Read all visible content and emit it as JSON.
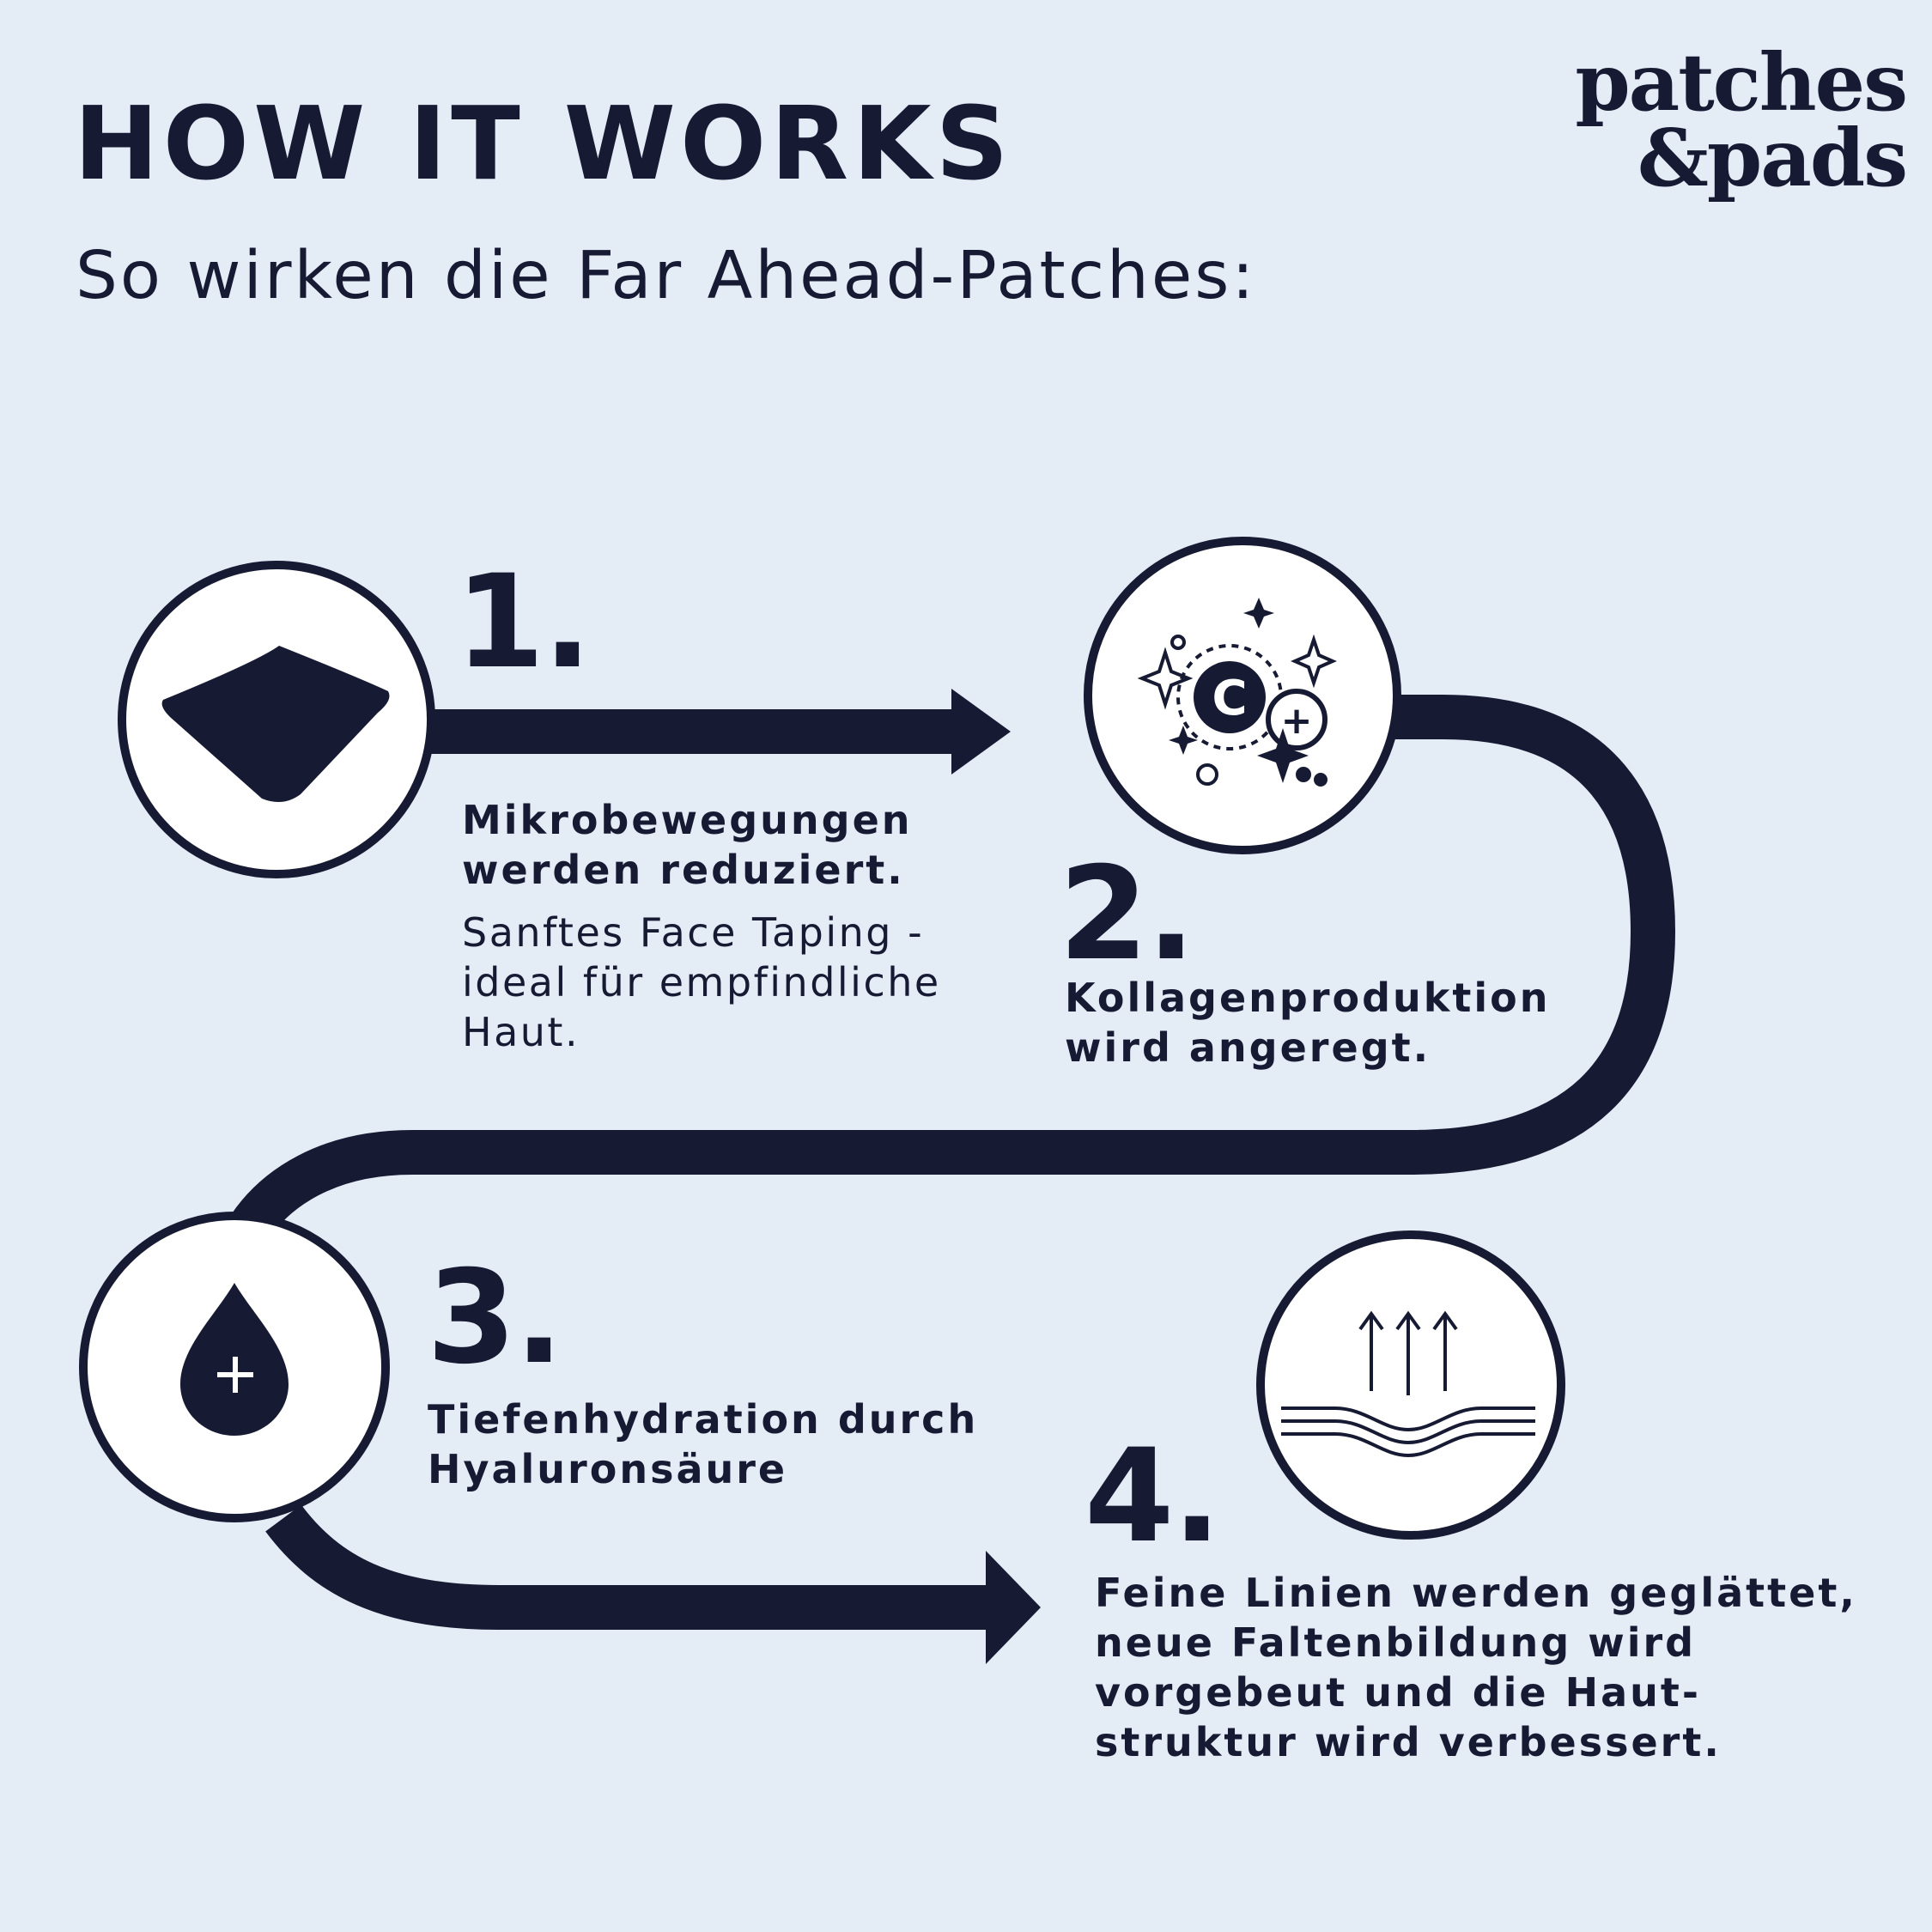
{
  "header": {
    "title": "HOW IT WORKS",
    "subtitle": "So wirken die Far Ahead-Patches:"
  },
  "brand": {
    "line1": "patches",
    "line2": "&pads"
  },
  "colors": {
    "background": "#e4ecf6",
    "ink": "#171a33",
    "circle_fill": "#ffffff"
  },
  "steps": [
    {
      "number": "1.",
      "heading": "Mikrobewegungen\nwerden reduziert.",
      "text": "Sanftes Face Taping -\nideal für empfindliche\nHaut.",
      "icon": "patch-icon"
    },
    {
      "number": "2.",
      "heading": "Kollagenproduktion\nwird angeregt.",
      "icon": "collagen-vitamin-c-icon"
    },
    {
      "number": "3.",
      "heading": "Tiefenhydration durch\nHyaluronsäure",
      "icon": "water-drop-plus-icon"
    },
    {
      "number": "4.",
      "heading": "Feine Linien werden geglättet,\nneue Faltenbildung wird\nvorgebeut und die Haut-\nstruktur wird verbessert.",
      "icon": "skin-lift-icon"
    }
  ]
}
